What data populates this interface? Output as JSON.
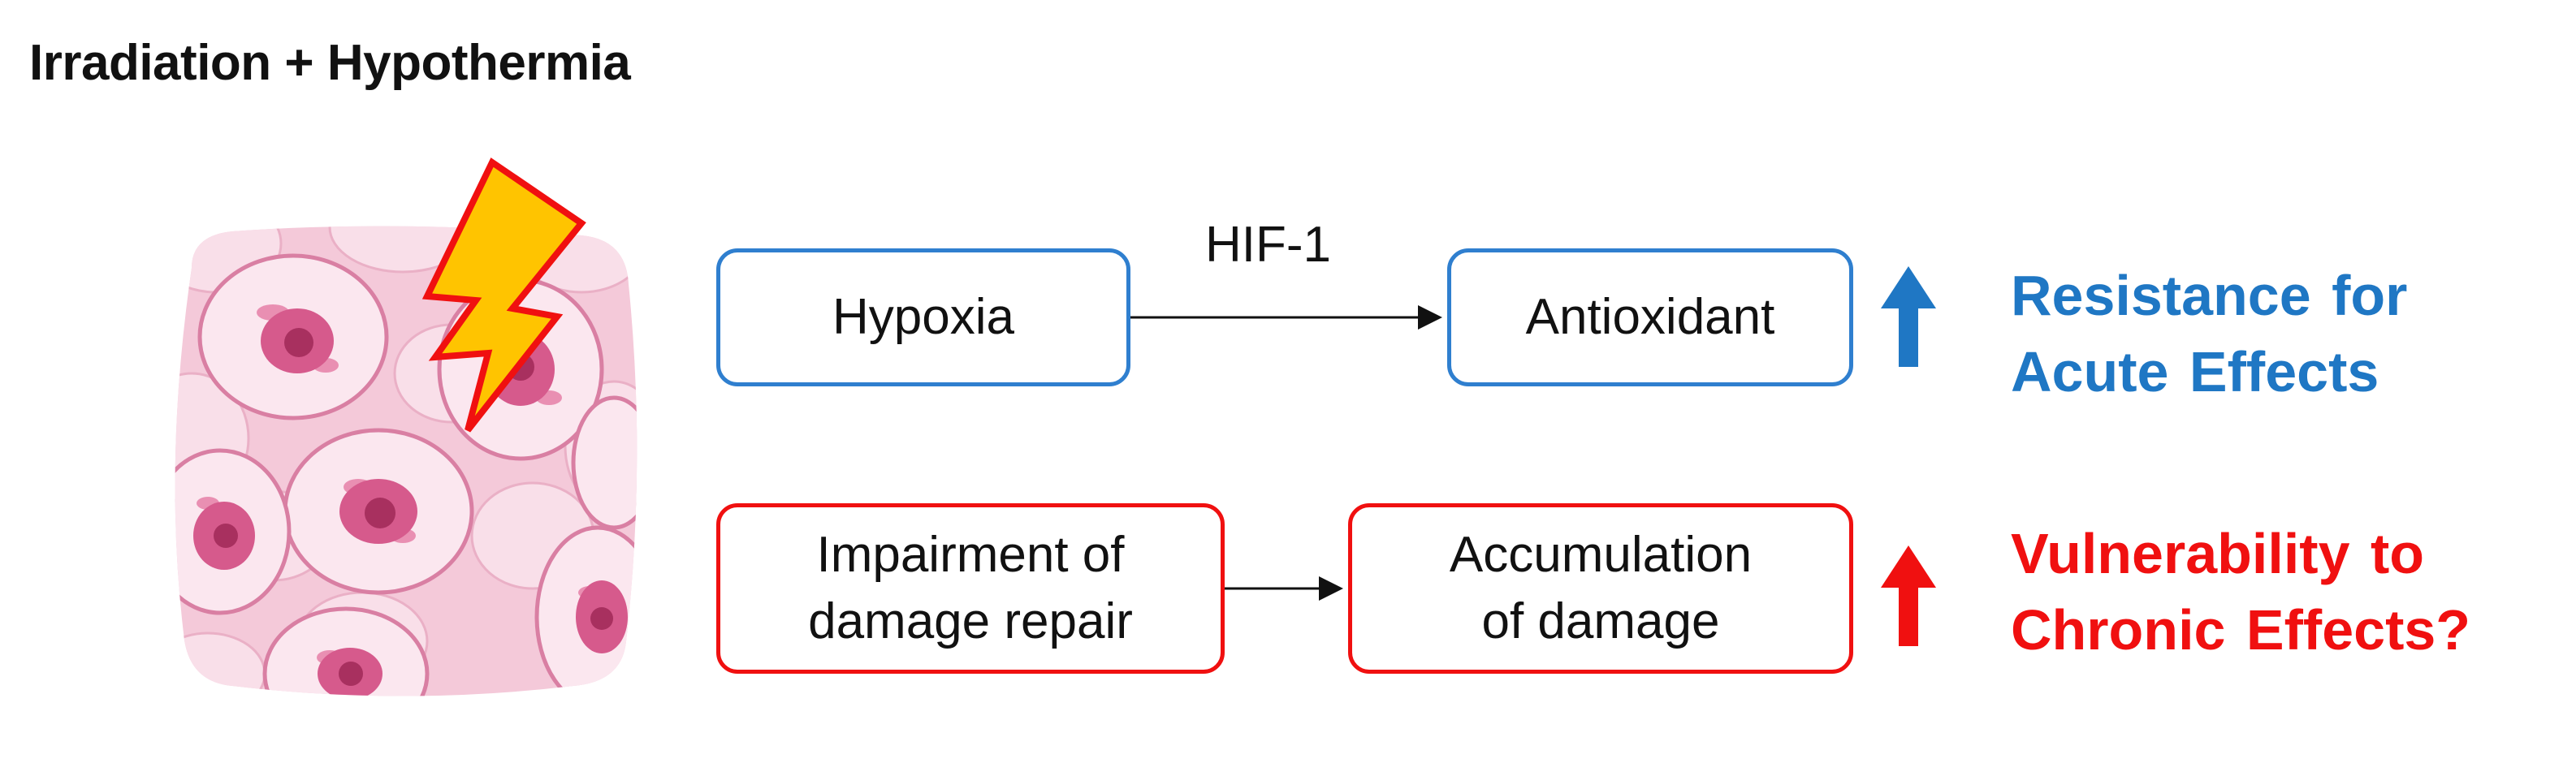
{
  "title": "Irradiation + Hypothermia",
  "pathways": {
    "top": {
      "source": "Hypoxia",
      "edge_label": "HIF-1",
      "target": "Antioxidant",
      "trend": "up",
      "outcome_line1": "Resistance for",
      "outcome_line2": "Acute Effects",
      "color": "#1f77c4"
    },
    "bottom": {
      "source_line1": "Impairment of",
      "source_line2": "damage repair",
      "target_line1": "Accumulation",
      "target_line2": "of damage",
      "trend": "up",
      "outcome_line1": "Vulnerability to",
      "outcome_line2": "Chronic Effects?",
      "color": "#f01010"
    }
  },
  "icons": {
    "tissue": "cell-tissue-illustration",
    "lightning": "lightning-bolt-icon"
  }
}
